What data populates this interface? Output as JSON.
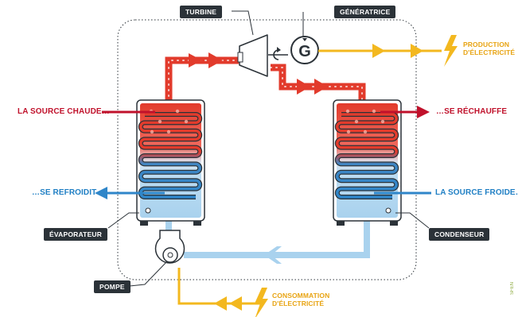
{
  "labels": {
    "turbine": "TURBINE",
    "generatrice": "GÉNÉRATRICE",
    "production_line1": "PRODUCTION",
    "production_line2": "D'ÉLECTRICITÉ",
    "hot_source": "LA SOURCE CHAUDE…",
    "rewarms": "…SE RÉCHAUFFE",
    "cools": "…SE REFROIDIT",
    "cold_source": "LA SOURCE FROIDE…",
    "evaporateur": "ÉVAPORATEUR",
    "condenseur": "CONDENSEUR",
    "pompe": "POMPE",
    "consumption_line1": "CONSOMMATION",
    "consumption_line2": "D'ÉLECTRICITÉ",
    "generator_letter": "G",
    "brand": "SFEN"
  },
  "colors": {
    "hot": "#e23b2c",
    "hot_dark": "#c0112b",
    "cold": "#2f86c9",
    "cold_light": "#a9d2ee",
    "electricity": "#f3b81f",
    "dark": "#2b3238"
  },
  "icons": [
    "lightning-icon",
    "generator-icon",
    "turbine-icon",
    "pump-icon",
    "rotation-icon"
  ]
}
